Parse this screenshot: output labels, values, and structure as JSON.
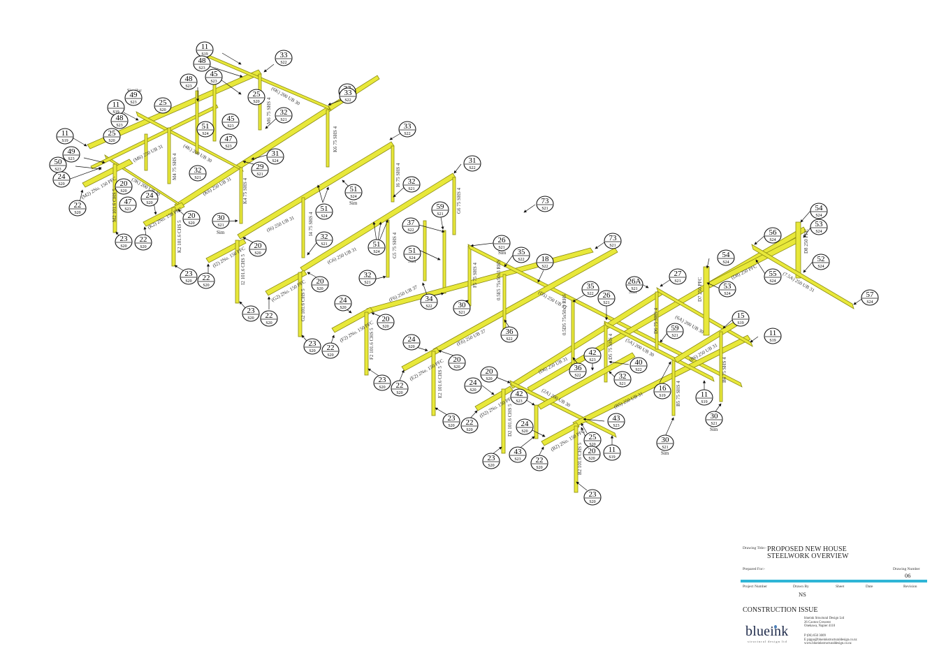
{
  "drawing": {
    "steel_color": "#e8e83a",
    "steel_edge_color": "#8a8a10",
    "accent_bar_color": "#2fb5d6",
    "member_labels": [
      {
        "id": "m1",
        "text": "(M6) 250 UB 31"
      },
      {
        "id": "m2",
        "text": "(3K) 200 UB 30"
      },
      {
        "id": "m3",
        "text": "(4K) 200 UB 30"
      },
      {
        "id": "m4",
        "text": "(6K) 200 UB 30"
      },
      {
        "id": "m5",
        "text": "(K6) 250 UB 31"
      },
      {
        "id": "m6",
        "text": "(M2) 2No. 150 PFC"
      },
      {
        "id": "m7",
        "text": "(K2) 2No. 150 PFC"
      },
      {
        "id": "m8",
        "text": "M2 101.6 CHS 5"
      },
      {
        "id": "m9",
        "text": "K2 101.6 CHS 5"
      },
      {
        "id": "m10",
        "text": "M4 75 SHS 4"
      },
      {
        "id": "m11",
        "text": "M6 75 SHS 4"
      },
      {
        "id": "m12",
        "text": "K4 75 SHS 4"
      },
      {
        "id": "m13",
        "text": "K6 75 SHS 4"
      },
      {
        "id": "m14",
        "text": "(I6) 250 UB 31"
      },
      {
        "id": "m15",
        "text": "(I2) 2No. 150 PFC"
      },
      {
        "id": "m16",
        "text": "I2 101.6 CHS 5"
      },
      {
        "id": "m17",
        "text": "I4 75 SHS 4"
      },
      {
        "id": "m18",
        "text": "I6 75 SHS 4"
      },
      {
        "id": "m19",
        "text": "(G6) 250 UB 31"
      },
      {
        "id": "m20",
        "text": "(G2) 2No. 150 PFC"
      },
      {
        "id": "m21",
        "text": "G2 101.6 CHS 5"
      },
      {
        "id": "m22",
        "text": "G5 75 SHS 4"
      },
      {
        "id": "m23",
        "text": "G6 75 SHS 4"
      },
      {
        "id": "m24",
        "text": "(F6) 250 UB 37"
      },
      {
        "id": "m25",
        "text": "(F2) 2No. 150 PFC"
      },
      {
        "id": "m26",
        "text": "F2 101.6 CHS 5"
      },
      {
        "id": "m27",
        "text": "F5 75 SHS 4"
      },
      {
        "id": "m28",
        "text": "(E6) 250 UB 37"
      },
      {
        "id": "m29",
        "text": "(E2) 2No. 150 PFC"
      },
      {
        "id": "m30",
        "text": "E2 101.6 CHS 5"
      },
      {
        "id": "m31",
        "text": "(D5) 250 UB 37"
      },
      {
        "id": "m32",
        "text": "0.5E5 75x50x3 RHS"
      },
      {
        "id": "m33",
        "text": "0.5D5 75x50x3 RHS"
      },
      {
        "id": "m34",
        "text": "(D6) 250 UB 31"
      },
      {
        "id": "m35",
        "text": "(D2) 2No. 150 PFC"
      },
      {
        "id": "m36",
        "text": "D2 101.6 CHS 5"
      },
      {
        "id": "m37",
        "text": "(2A) 200 UB 30"
      },
      {
        "id": "m38",
        "text": "(B2) 2No. 150 PFC"
      },
      {
        "id": "m39",
        "text": "B2 101.6 CHS 5"
      },
      {
        "id": "m40",
        "text": "(B5) 250 UB 31"
      },
      {
        "id": "m41",
        "text": "B5 75 SHS 4"
      },
      {
        "id": "m42",
        "text": "(5A) 200 UB 30"
      },
      {
        "id": "m43",
        "text": "D5 75 SHS 4"
      },
      {
        "id": "m44",
        "text": "D6 75 SHS 4"
      },
      {
        "id": "m45",
        "text": "(6A) 200 UB 30"
      },
      {
        "id": "m46",
        "text": "(B6) 250 UB 31"
      },
      {
        "id": "m47",
        "text": "B6 75 SHS 4"
      },
      {
        "id": "m48",
        "text": "D7 250 PFC"
      },
      {
        "id": "m49",
        "text": "(D8) 250 PFC"
      },
      {
        "id": "m50",
        "text": "D8 250 PFC"
      },
      {
        "id": "m51",
        "text": "(7.5A) 250 UB 31"
      }
    ],
    "notes": {
      "similar": "Similar",
      "sim": "Sim"
    }
  },
  "title_block": {
    "drawing_title_label": "Drawing Title:-",
    "drawing_title_line1": "PROPOSED NEW HOUSE",
    "drawing_title_line2": "STEELWORK OVERVIEW",
    "prepared_for_label": "Prepared For:-",
    "drawing_number_label": "Drawing Number",
    "drawing_number": "06",
    "project_number_label": "Project Number",
    "drawn_by_label": "Drawn By",
    "drawn_by": "NS",
    "sheet_label": "Sheet",
    "date_label": "Date",
    "revision_label": "Revision",
    "issue_status": "CONSTRUCTION ISSUE",
    "company_logo": "blueink",
    "company_tagline": "structural design ltd",
    "address_line1": "blueink Structural Design Ltd",
    "address_line2": "26 Caxton Crescent",
    "address_line3": "Onekawa, Napier 4110",
    "phone": "P (06) 650 3009",
    "email": "E pippa@blueinkstructuraldesign.co.nz",
    "website": "www.blueinkstructuraldesign.co.nz"
  }
}
